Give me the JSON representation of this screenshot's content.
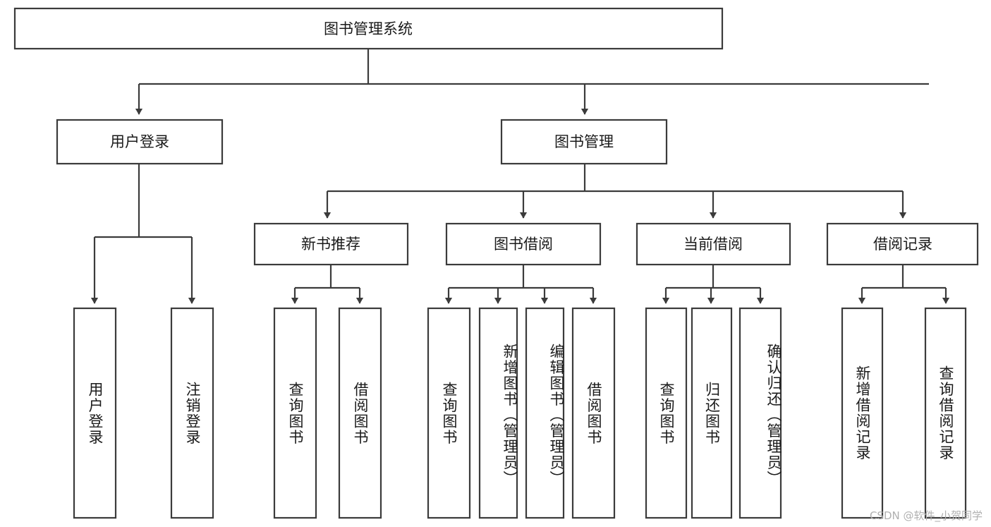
{
  "diagram": {
    "title": "图书管理系统",
    "type": "tree",
    "root": {
      "id": "root",
      "label": "图书管理系统"
    },
    "level1": [
      {
        "id": "user-login",
        "label": "用户登录"
      },
      {
        "id": "book-manage",
        "label": "图书管理"
      }
    ],
    "level2": [
      {
        "id": "new-book-recommend",
        "label": "新书推荐",
        "parent": "book-manage"
      },
      {
        "id": "book-borrow",
        "label": "图书借阅",
        "parent": "book-manage"
      },
      {
        "id": "current-borrow",
        "label": "当前借阅",
        "parent": "book-manage"
      },
      {
        "id": "borrow-record",
        "label": "借阅记录",
        "parent": "book-manage"
      }
    ],
    "leaves": [
      {
        "id": "leaf-user-login",
        "label": "用户登录",
        "parent": "user-login"
      },
      {
        "id": "leaf-logout-login",
        "label": "注销登录",
        "parent": "user-login"
      },
      {
        "id": "leaf-query-book-1",
        "label": "查询图书",
        "parent": "new-book-recommend"
      },
      {
        "id": "leaf-borrow-book-1",
        "label": "借阅图书",
        "parent": "new-book-recommend"
      },
      {
        "id": "leaf-query-book-2",
        "label": "查询图书",
        "parent": "book-borrow"
      },
      {
        "id": "leaf-add-book",
        "label": "新增图书（管理员）",
        "parent": "book-borrow"
      },
      {
        "id": "leaf-edit-book",
        "label": "编辑图书（管理员）",
        "parent": "book-borrow"
      },
      {
        "id": "leaf-borrow-book-2",
        "label": "借阅图书",
        "parent": "book-borrow"
      },
      {
        "id": "leaf-query-book-3",
        "label": "查询图书",
        "parent": "current-borrow"
      },
      {
        "id": "leaf-return-book",
        "label": "归还图书",
        "parent": "current-borrow"
      },
      {
        "id": "leaf-confirm-return",
        "label": "确认归还（管理员）",
        "parent": "current-borrow"
      },
      {
        "id": "leaf-add-record",
        "label": "新增借阅记录",
        "parent": "borrow-record"
      },
      {
        "id": "leaf-query-record",
        "label": "查询借阅记录",
        "parent": "borrow-record"
      }
    ],
    "colors": {
      "stroke": "#3b3b3b",
      "box_fill": "#ffffff",
      "text": "#1a1a1a",
      "background": "#ffffff",
      "watermark": "#b0b0b0"
    }
  },
  "watermark": {
    "text": "CSDN @软件_小贺同学"
  }
}
